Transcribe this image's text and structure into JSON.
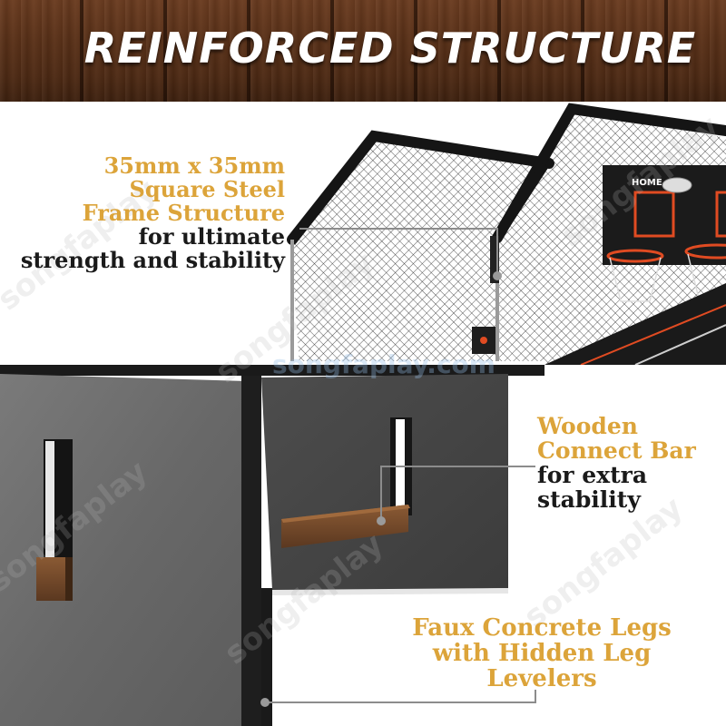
{
  "header": {
    "title": "REINFORCED STRUCTURE"
  },
  "callouts": {
    "frame": {
      "highlight_lines": [
        "35mm x 35mm",
        "Square Steel",
        "Frame Structure"
      ],
      "sub_lines": [
        "for ultimate",
        "strength and stability"
      ]
    },
    "connect_bar": {
      "highlight_lines": [
        "Wooden",
        "Connect Bar"
      ],
      "sub_lines": [
        "for extra",
        "stability"
      ]
    },
    "legs": {
      "highlight_lines": [
        "Faux Concrete Legs",
        "with Hidden Leg Levelers"
      ]
    }
  },
  "photo": {
    "backboard_label": "HOME"
  },
  "watermark": {
    "text": "songfaplay",
    "url_text": "songfaplay.com"
  },
  "colors": {
    "accent": "#dca43a",
    "wood": "#6b3c20",
    "concrete": "#5f5f5f",
    "frame": "#1d1d1d"
  },
  "icons": [
    "leader-dot-icon"
  ]
}
